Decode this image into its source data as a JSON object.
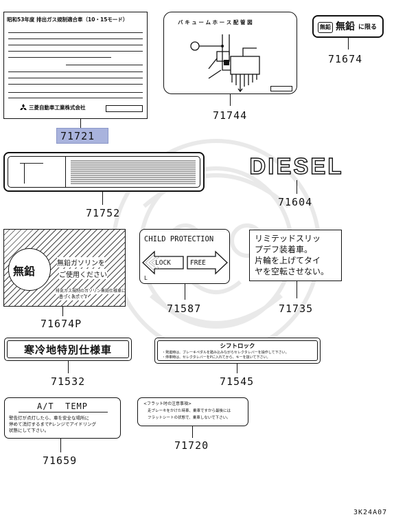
{
  "parts": {
    "p71721": {
      "number": "71721",
      "header": "昭和53年度  排出ガス規制適合車（10・15モード）",
      "maker": "三菱自動車工業株式会社",
      "highlight_color": "#a9b3dd"
    },
    "p71744": {
      "number": "71744",
      "title": "バ キ ュ ー ム ホ ー ス 配 管 図"
    },
    "p71674": {
      "number": "71674",
      "badge": "無鉛",
      "text_big": "無鉛",
      "text_small": "に限る"
    },
    "p71752": {
      "number": "71752"
    },
    "p71604": {
      "number": "71604",
      "text": "DIESEL"
    },
    "p71674P": {
      "number": "71674P",
      "circle_text": "無鉛",
      "line1": "無鉛ガソリンを",
      "line2": "ご使用ください",
      "line3": "排気ガス規制のガソリン無鉛仕様車に",
      "line4": "基づく表示です"
    },
    "p71587": {
      "number": "71587",
      "title": "CHILD PROTECTION",
      "lock": "LOCK",
      "free": "FREE",
      "side_letter": "L"
    },
    "p71735": {
      "number": "71735",
      "lines": [
        "リミテッドスリッ",
        "プデフ装着車。",
        "片輪を上げてタイ",
        "ヤを空転させない。"
      ]
    },
    "p71532": {
      "number": "71532",
      "text": "寒冷地特別仕様車"
    },
    "p71545": {
      "number": "71545",
      "title": "シフトロック",
      "line1": "・発進時は、ブレーキペダルを踏み込みながらセレクタレバーを操作して下さい。",
      "line2": "・停車時は、セレクタレバーをPに入れてから、キーを抜いて下さい。"
    },
    "p71659": {
      "number": "71659",
      "title": "A/T  TEMP",
      "line1": "警告灯が点灯したら、車を安全な場所に",
      "line2": "停めて消灯するまでPレンジでアイドリング",
      "line3": "状態にして下さい。"
    },
    "p71720": {
      "number": "71720",
      "title": "<フラット时の注意事項>",
      "line1": "走ブレーキをかけた時車、乗車ですから最後には",
      "line2": "フラットシートの状態で、乗車しないで下さい。"
    }
  },
  "diagram_code": "3K24A07"
}
